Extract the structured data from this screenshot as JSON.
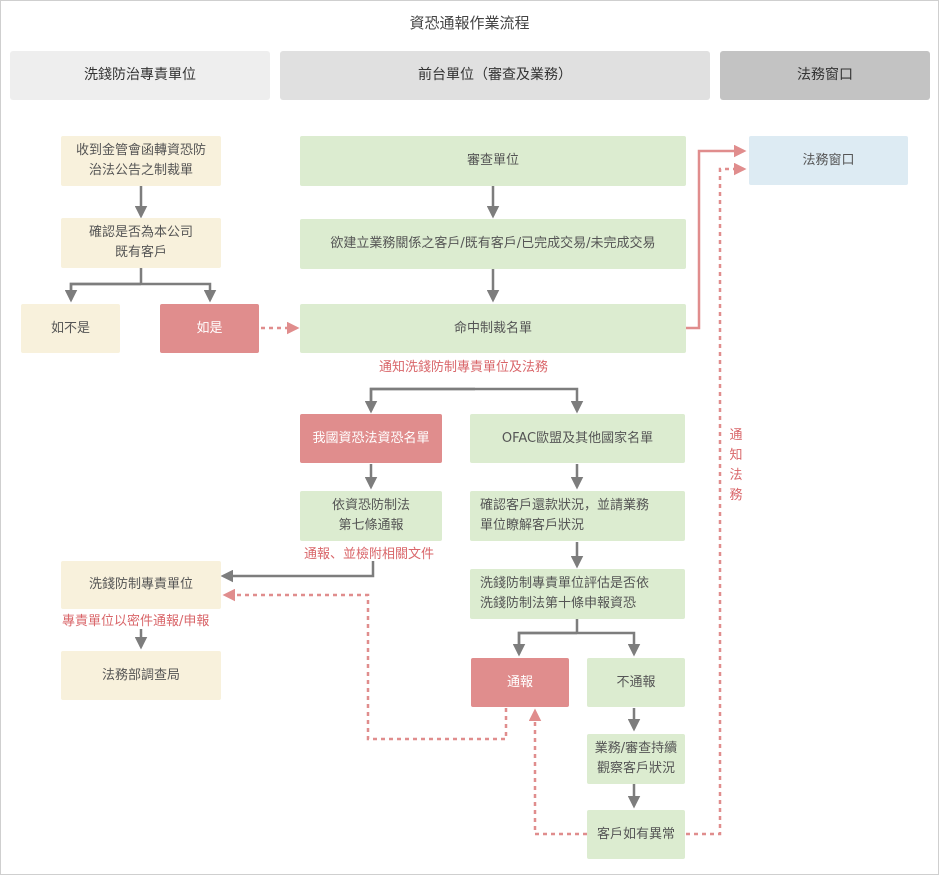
{
  "title": "資恐通報作業流程",
  "lanes": {
    "aml": "洗錢防治專責單位",
    "front": "前台單位（審查及業務）",
    "legal": "法務窗口"
  },
  "nodes": {
    "receive_sanction": "收到金管會函轉資恐防\n治法公告之制裁單",
    "confirm_customer": "確認是否為本公司\n既有客戶",
    "if_not": "如不是",
    "if_yes": "如是",
    "review_unit": "審查單位",
    "customer_types": "欲建立業務關係之客戶/既有客戶/已完成交易/未完成交易",
    "hit_sanction": "命中制裁名單",
    "domestic_list": "我國資恐法資恐名單",
    "ofac_list": "OFAC歐盟及其他國家名單",
    "report_art7": "依資恐防制法\n第七條通報",
    "confirm_repay": "確認客戶還款狀況，並請業務\n單位瞭解客戶狀況",
    "aml_evaluate": "洗錢防制專責單位評估是否依\n洗錢防制法第十條申報資恐",
    "aml_unit": "洗錢防制專責單位",
    "moj_bureau": "法務部調查局",
    "report": "通報",
    "no_report": "不通報",
    "keep_observing": "業務/審查持續\n觀察客戶狀況",
    "abnormal": "客戶如有異常",
    "legal_window": "法務窗口"
  },
  "notes": {
    "notify_aml_legal": "通知洗錢防制專責單位及法務",
    "report_attach": "通報、並檢附相關文件",
    "secret_report": "專責單位以密件通報/申報",
    "notify_legal_vertical": "通\n知\n法\n務"
  },
  "colors": {
    "arrow": "#7d7d7d",
    "red_arrow": "#e08d8d",
    "note_text": "#d9666a"
  }
}
